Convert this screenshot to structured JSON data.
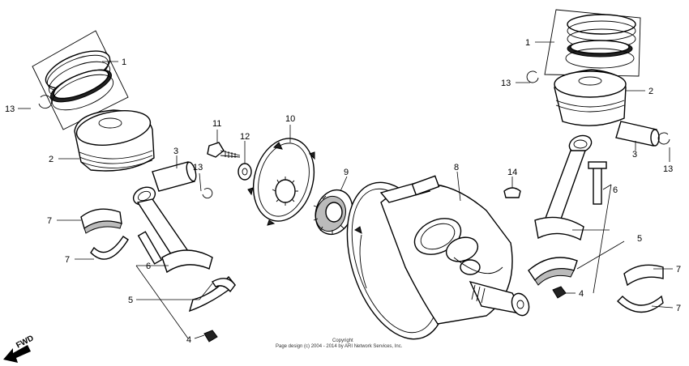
{
  "diagram": {
    "callouts": [
      {
        "id": "c1-left",
        "text": "1"
      },
      {
        "id": "c1-right",
        "text": "1"
      },
      {
        "id": "c2-left",
        "text": "2"
      },
      {
        "id": "c2-right",
        "text": "2"
      },
      {
        "id": "c3-left",
        "text": "3"
      },
      {
        "id": "c3-right",
        "text": "3"
      },
      {
        "id": "c4-left",
        "text": "4"
      },
      {
        "id": "c4-right",
        "text": "4"
      },
      {
        "id": "c5-left",
        "text": "5"
      },
      {
        "id": "c5-right",
        "text": "5"
      },
      {
        "id": "c6-left",
        "text": "6"
      },
      {
        "id": "c6-right",
        "text": "6"
      },
      {
        "id": "c7-left-top",
        "text": "7"
      },
      {
        "id": "c7-left-bottom",
        "text": "7"
      },
      {
        "id": "c7-right-top",
        "text": "7"
      },
      {
        "id": "c7-right-bottom",
        "text": "7"
      },
      {
        "id": "c8",
        "text": "8"
      },
      {
        "id": "c9",
        "text": "9"
      },
      {
        "id": "c10",
        "text": "10"
      },
      {
        "id": "c11",
        "text": "11"
      },
      {
        "id": "c12",
        "text": "12"
      },
      {
        "id": "c13-left-top",
        "text": "13"
      },
      {
        "id": "c13-left-mid",
        "text": "13"
      },
      {
        "id": "c13-right-top",
        "text": "13"
      },
      {
        "id": "c13-right-mid",
        "text": "13"
      },
      {
        "id": "c14",
        "text": "14"
      }
    ],
    "fwd_label": "FWD",
    "copyright_line1": "Copyright",
    "copyright_line2": "Page design (c) 2004 - 2014 by ARI Network Services, Inc."
  }
}
